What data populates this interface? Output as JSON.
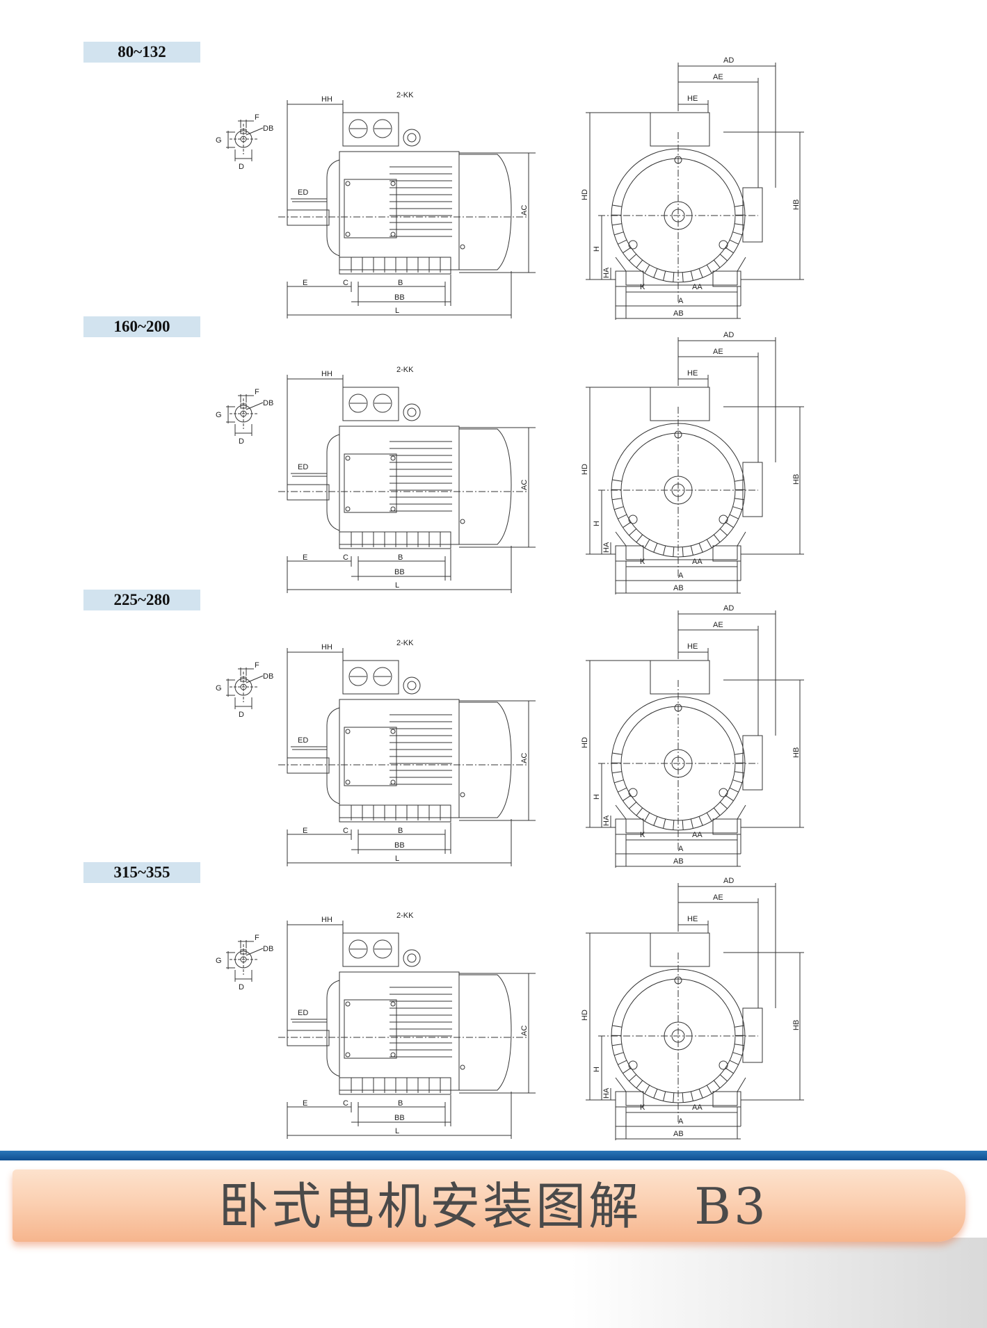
{
  "sections": [
    {
      "range": "80~132"
    },
    {
      "range": "160~200"
    },
    {
      "range": "225~280"
    },
    {
      "range": "315~355"
    }
  ],
  "shaft_labels": {
    "f": "F",
    "db": "DB",
    "g": "G",
    "d": "D"
  },
  "side_labels": {
    "hh": "HH",
    "kk": "2-KK",
    "ed": "ED",
    "e": "E",
    "c": "C",
    "b": "B",
    "bb": "BB",
    "l": "L",
    "ac": "AC"
  },
  "front_labels": {
    "ad": "AD",
    "ae": "AE",
    "he": "HE",
    "hd": "HD",
    "hb": "HB",
    "h": "H",
    "ha": "HA",
    "k": "K",
    "aa": "AA",
    "a": "A",
    "ab": "AB"
  },
  "footer": {
    "title": "卧式电机安装图解　B3"
  }
}
